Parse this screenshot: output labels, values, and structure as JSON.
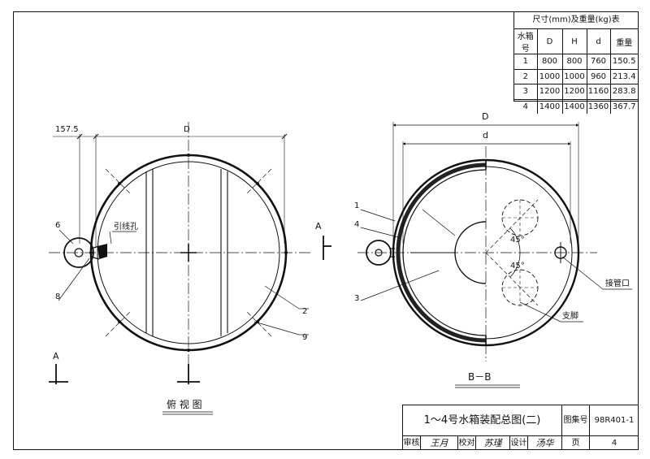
{
  "size_table": {
    "caption": "尺寸(mm)及重量(kg)表",
    "headers": [
      "水箱号",
      "D",
      "H",
      "d",
      "重量"
    ],
    "rows": [
      [
        "1",
        "800",
        "800",
        "760",
        "150.5"
      ],
      [
        "2",
        "1000",
        "1000",
        "960",
        "213.4"
      ],
      [
        "3",
        "1200",
        "1200",
        "1160",
        "283.8"
      ],
      [
        "4",
        "1400",
        "1400",
        "1360",
        "367.7"
      ]
    ]
  },
  "top_view": {
    "offset_dim": "157.5",
    "diameter_dim": "D",
    "hole_label": "引线孔",
    "section_mark": "A",
    "callouts": {
      "c6": "6",
      "c8": "8",
      "c2": "2",
      "c9": "9"
    },
    "caption": "俯 视 图"
  },
  "section_view": {
    "dim_outer": "D",
    "dim_inner": "d",
    "callouts": {
      "c1": "1",
      "c4": "4",
      "c3": "3"
    },
    "angle_upper": "45°",
    "angle_lower": "45°",
    "pipe_label": "接管口",
    "leg_label": "支脚",
    "caption": "B－B"
  },
  "title_block": {
    "title": "1～4号水箱装配总图(二)",
    "atlas_label": "图集号",
    "atlas_no": "98R401-1",
    "review_label": "审核",
    "review_sign": "王月",
    "check_label": "校对",
    "check_sign": "苏瑾",
    "design_label": "设计",
    "design_sign": "汤华",
    "page_label": "页",
    "page_no": "4"
  }
}
